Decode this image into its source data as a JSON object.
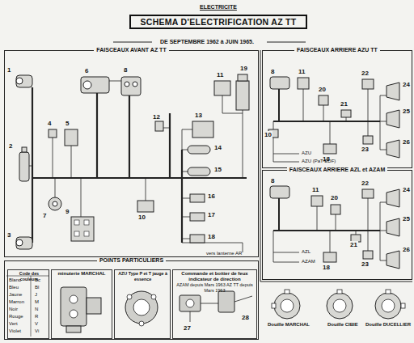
{
  "diagram": {
    "title": "SCHEMA D'ELECTRIFICATION AZ TT",
    "nodes": [
      {
        "text": [
          "FAISCEAUX AVANT AZ TT"
        ]
      },
      {
        "text": [
          "FAISCEAUX ARRIERE AZU TT"
        ]
      },
      {
        "text": [
          "FAISCEAUX ARRIERE AZL et AZAM"
        ]
      },
      {
        "text": [
          "POINTS PARTICULIERS"
        ]
      },
      {
        "text": [
          "Code des couleurs"
        ],
        "in": 3
      },
      {
        "text": [
          "minuterie MARCHAL"
        ],
        "in": 3
      },
      {
        "text": [
          "AZU Type P et T jauge à essence"
        ],
        "in": 3
      },
      {
        "text": [
          "Commande et boitier de feux indicateur de direction",
          "AZAM depuis Mars 1963 AZ TT depuis Mars 1963"
        ],
        "in": 3
      }
    ],
    "labels": [
      "1",
      "2",
      "3",
      "4",
      "5",
      "6",
      "7",
      "8",
      "9",
      "10",
      "11",
      "12",
      "13",
      "14",
      "15",
      "16",
      "17",
      "18",
      "19",
      "vers lanterne AR",
      "8",
      "10",
      "11",
      "20",
      "21",
      "22",
      "23",
      "24",
      "25",
      "26",
      "18",
      "AZU",
      "AZU (PaT-EDF)",
      "8",
      "11",
      "22",
      "24",
      "20",
      "25",
      "21",
      "18",
      "23",
      "26",
      "AZL",
      "AZAM",
      "27",
      "28",
      "Blanc",
      "Bc",
      "Bleu",
      "Bl",
      "Jaune",
      "J",
      "Marron",
      "M",
      "Noir",
      "N",
      "Rouge",
      "R",
      "Vert",
      "V",
      "Violet",
      "Vi",
      "ELECTRICITE",
      "DE SEPTEMBRE 1962 à JUIN 1965.",
      "Douille MARCHAL",
      "Douille CIBIE",
      "Douille DUCELLIER"
    ]
  }
}
